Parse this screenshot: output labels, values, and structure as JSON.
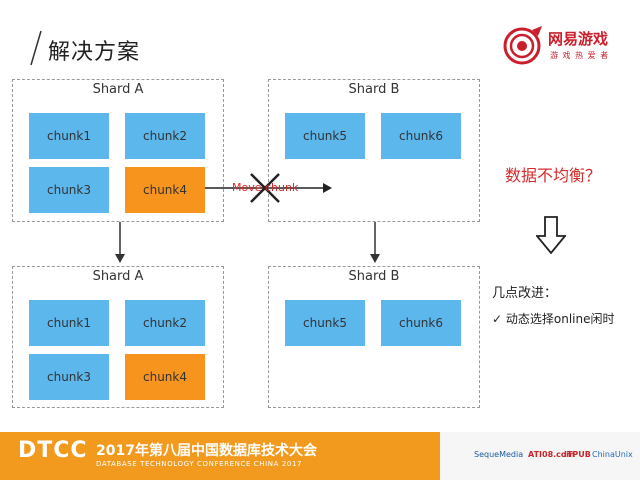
{
  "header": {
    "title": "解决方案",
    "logo_text": "网易游戏",
    "logo_sub": "游 戏 热 爱 者"
  },
  "diagram": {
    "top": {
      "shard_a": {
        "label": "Shard A",
        "chunks": [
          "chunk1",
          "chunk2",
          "chunk3",
          "chunk4"
        ]
      },
      "shard_b": {
        "label": "Shard B",
        "chunks": [
          "chunk5",
          "chunk6"
        ]
      },
      "move_label": "Move chunk"
    },
    "bottom": {
      "shard_a": {
        "label": "Shard A",
        "chunks": [
          "chunk1",
          "chunk2",
          "chunk3",
          "chunk4"
        ]
      },
      "shard_b": {
        "label": "Shard B",
        "chunks": [
          "chunk5",
          "chunk6"
        ]
      }
    },
    "colors": {
      "chunk": "#5bb7ec",
      "highlight_chunk": "#f7941d",
      "alert": "#d62b2b"
    }
  },
  "side": {
    "question": "数据不均衡？",
    "method_title": "几点改进：",
    "method_item": "✓ 动态选择online闲时"
  },
  "footer": {
    "brand": "DTCC",
    "title": "2017年第八届中国数据库技术大会",
    "subtitle": "DATABASE TECHNOLOGY CONFERENCE CHINA 2017",
    "sponsors": [
      "SequeMedia",
      "ATI08.com",
      "ITPUB",
      "ChinaUnix"
    ]
  }
}
